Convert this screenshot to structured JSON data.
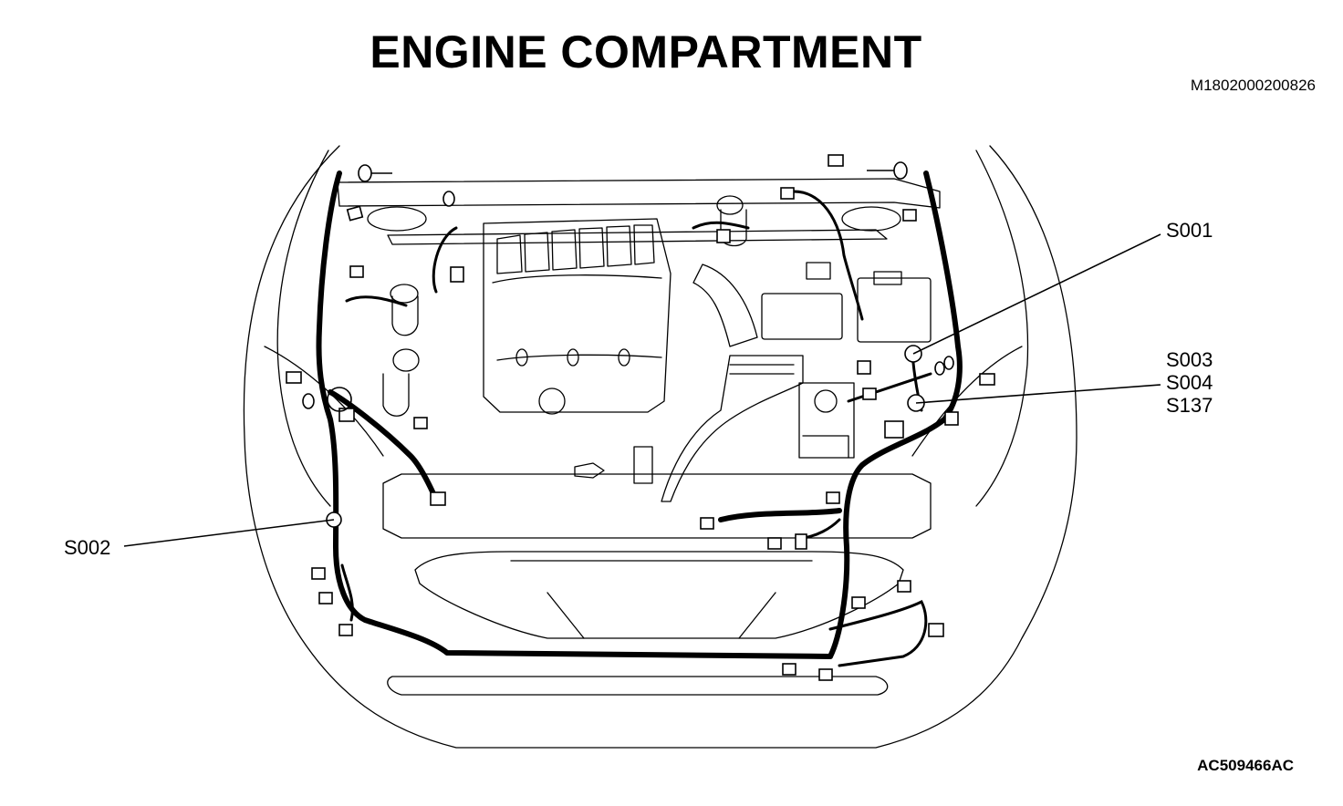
{
  "header": {
    "title": "ENGINE COMPARTMENT",
    "doc_id": "M1802000200826"
  },
  "footer": {
    "figure_id": "AC509466AC"
  },
  "callouts": {
    "s001": "S001",
    "s002": "S002",
    "s003": "S003",
    "s004": "S004",
    "s137": "S137"
  }
}
